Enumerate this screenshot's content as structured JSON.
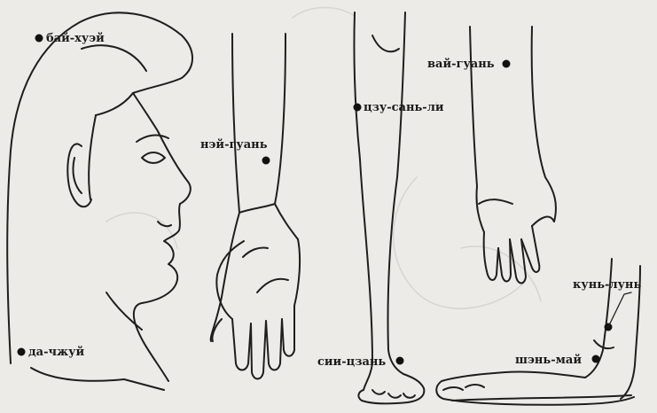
{
  "points": {
    "bai_hui": "бай-хуэй",
    "da_chzhui": "да-чжуй",
    "nei_guan": "нэй-гуань",
    "wai_guan": "вай-гуань",
    "zu_san_li": "цзу-сань-ли",
    "si_guan": "сии-цзань",
    "kun_lun": "кунь-лунь",
    "shen_mai": "шэнь-май"
  },
  "colors": {
    "paper": "#ecebe7",
    "ink": "#1a1a1a",
    "ghost": "#c4c4c2"
  }
}
